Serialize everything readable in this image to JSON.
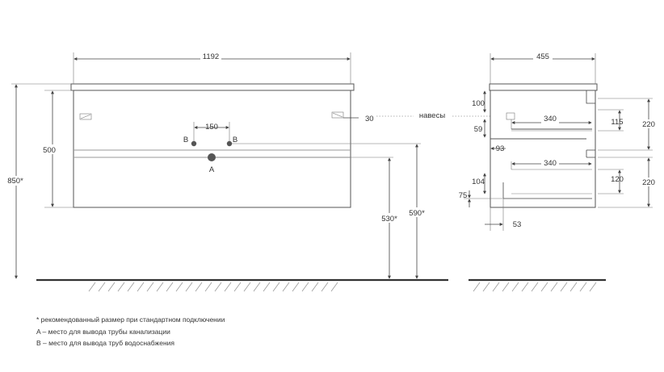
{
  "front_view": {
    "width": "1192",
    "top_height": "500",
    "total_height": "850*",
    "pipe_spacing": "150",
    "hinge_offset": "30",
    "waste_height": "530*",
    "supply_height": "590*",
    "label_a": "A",
    "label_b_left": "B",
    "label_b_right": "B"
  },
  "side_view": {
    "depth": "455",
    "dim_100": "100",
    "dim_340_top": "340",
    "dim_59": "59",
    "dim_115": "115",
    "dim_220_top": "220",
    "dim_93": "93",
    "dim_340_bottom": "340",
    "dim_104": "104",
    "dim_120": "120",
    "dim_220_bottom": "220",
    "dim_75": "75",
    "dim_53": "53",
    "hinges_label": "навесы"
  },
  "notes": [
    "* рекомендованный размер при стандартном подключении",
    "A – место для вывода трубы канализации",
    "B – место для вывода труб водоснабжения"
  ],
  "colors": {
    "line": "#444444",
    "text": "#333333",
    "marker": "#555555",
    "hatch": "#999999"
  }
}
